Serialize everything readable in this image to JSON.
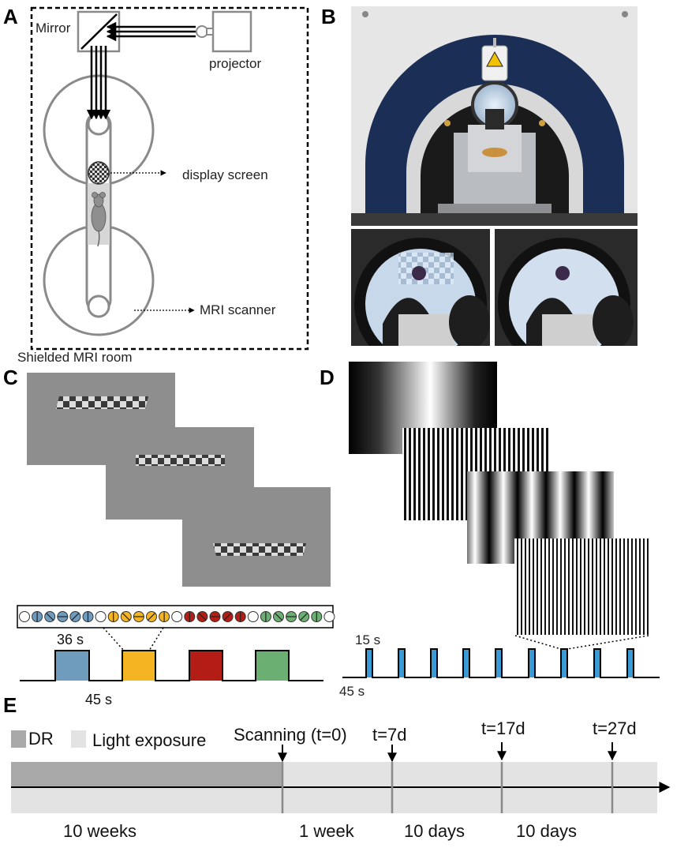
{
  "panels": {
    "a": "A",
    "b": "B",
    "c": "C",
    "d": "D",
    "e": "E"
  },
  "panel_a": {
    "mirror": "Mirror",
    "projector": "projector",
    "display_screen": "display screen",
    "mri_scanner": "MRI scanner",
    "room": "Shielded MRI room"
  },
  "panel_c": {
    "block_duration": "36 s",
    "rest_duration": "45 s",
    "block_colors": [
      "#6f9bbd",
      "#f5b523",
      "#b41d16",
      "#6caf72"
    ]
  },
  "panel_d": {
    "stim_duration": "15 s",
    "rest_duration": "45 s",
    "pulse_color": "#3a9ad6"
  },
  "panel_e": {
    "legend_dr": "DR",
    "legend_light": "Light exposure",
    "scanning": "Scanning (t=0)",
    "t7": "t=7d",
    "t17": "t=17d",
    "t27": "t=27d",
    "period_dr": "10 weeks",
    "period_1": "1 week",
    "period_2": "10 days",
    "period_3": "10 days",
    "colors": {
      "dr": "#a8a8a8",
      "light": "#e3e3e3"
    }
  }
}
